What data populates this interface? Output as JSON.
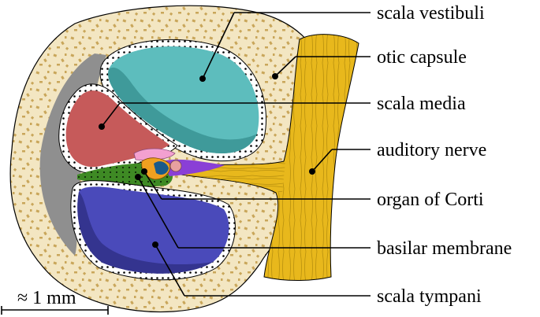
{
  "labels": {
    "scala_vestibuli": "scala vestibuli",
    "otic_capsule": "otic capsule",
    "scala_media": "scala media",
    "auditory_nerve": "auditory nerve",
    "organ_of_corti": "organ of Corti",
    "basilar_membrane": "basilar membrane",
    "scala_tympani": "scala tympani"
  },
  "scale_bar": {
    "label": "≈ 1 mm"
  },
  "colors": {
    "bone": "#f3e6c2",
    "bone_speckle": "#c9a65a",
    "spiral_ligament": "#8f8f8f",
    "scala_vestibuli": "#5dbdbd",
    "scala_media": "#c65a5a",
    "scala_tympani": "#4a4aba",
    "auditory_nerve": "#e8b81c",
    "nerve_fibers": "#b8900e",
    "organ_of_corti_pink": "#f3a0d0",
    "organ_of_corti_purple": "#8a3fd6",
    "basilar_green": "#3e8a24"
  }
}
